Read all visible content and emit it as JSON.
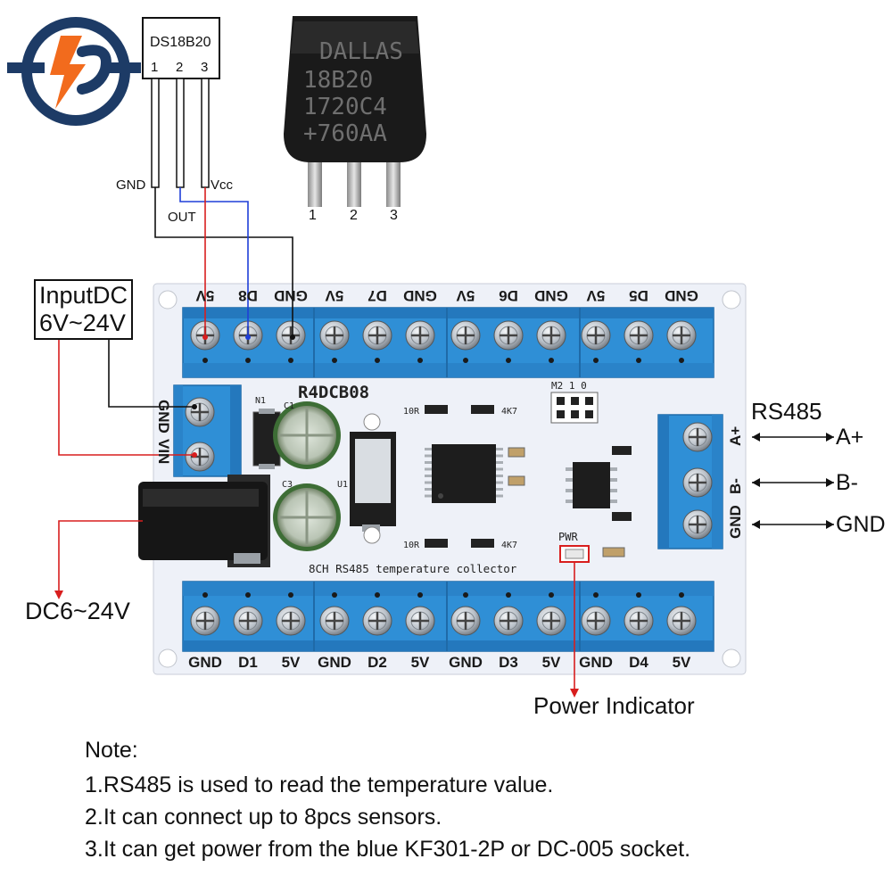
{
  "sensor": {
    "name": "DS18B20",
    "pins": [
      "1",
      "2",
      "3"
    ],
    "pin_labels": [
      "GND",
      "OUT",
      "Vcc"
    ],
    "chip_marking": [
      "DALLAS",
      "18B20",
      "1720C4",
      "+760AA"
    ],
    "chip_pins": [
      "1",
      "2",
      "3"
    ]
  },
  "board": {
    "model": "R4DCB08",
    "caption": "8CH RS485 temperature collector",
    "top_terminals": [
      "5V",
      "D8",
      "GND",
      "5V",
      "D7",
      "GND",
      "5V",
      "D6",
      "GND",
      "5V",
      "D5",
      "GND"
    ],
    "bottom_terminals": [
      "GND",
      "D1",
      "5V",
      "GND",
      "D2",
      "5V",
      "GND",
      "D3",
      "5V",
      "GND",
      "D4",
      "5V"
    ],
    "power_terminals": [
      "GND",
      "VIN"
    ],
    "rs485_terminals": [
      "A+",
      "B-",
      "GND"
    ],
    "components": {
      "n1": "N1",
      "c1": "C1",
      "c3": "C3",
      "u1": "U1",
      "r_left_top": "10R",
      "r_right_top": "4K7",
      "r_left_bottom": "10R",
      "r_right_bottom": "4K7",
      "jumper": "M2 1 0",
      "pwr": "PWR"
    }
  },
  "annotations": {
    "input_dc": [
      "InputDC",
      "6V~24V"
    ],
    "dc_jack": "DC6~24V",
    "rs485_title": "RS485",
    "rs485_lines": [
      "A+",
      "B-",
      "GND"
    ],
    "power_indicator": "Power Indicator"
  },
  "notes": {
    "title": "Note:",
    "items": [
      "1.RS485 is used to read the temperature value.",
      "2.It can connect up to 8pcs sensors.",
      "3.It can get power from the blue KF301-2P or DC-005 socket."
    ]
  },
  "colors": {
    "terminal_blue": "#2f8fd6",
    "board": "#eef1f8",
    "logo_navy": "#1d3b66",
    "logo_orange": "#f26b1d",
    "wire_red": "#d81e1e",
    "wire_blue": "#1f3fd8",
    "wire_black": "#111111"
  },
  "icons": [
    "logo-icon",
    "chip-icon",
    "screw-icon",
    "capacitor-icon",
    "dc-jack-icon",
    "led-icon"
  ]
}
